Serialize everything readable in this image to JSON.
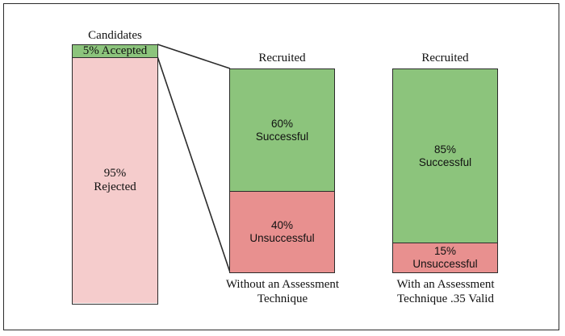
{
  "figure": {
    "background_color": "#ffffff",
    "border_color": "#2b2b2b",
    "colors": {
      "green": "#8cc47c",
      "salmon": "#e8908f",
      "light_pink": "#f5cccc",
      "outline": "#2b2b2b",
      "text": "#111111"
    }
  },
  "chart_data": {
    "type": "bar",
    "title": "",
    "xlabel": "",
    "ylabel": "",
    "ylim": [
      0,
      100
    ],
    "grid": false,
    "legend": "none",
    "columns": [
      {
        "name": "candidates",
        "title": "Candidates",
        "caption": [],
        "categories": [
          "Accepted",
          "Rejected"
        ],
        "values": [
          5,
          95
        ],
        "segments": [
          {
            "percent": "5%",
            "status": "Accepted",
            "value": 5,
            "color": "#8cc47c",
            "font": "serif"
          },
          {
            "percent": "95%",
            "status": "Rejected",
            "value": 95,
            "color": "#f5cccc",
            "font": "serif"
          }
        ]
      },
      {
        "name": "without-assessment",
        "title": "Recruited",
        "caption": [
          "Without an Assessment",
          "Technique"
        ],
        "categories": [
          "Successful",
          "Unsuccessful"
        ],
        "values": [
          60,
          40
        ],
        "segments": [
          {
            "percent": "60%",
            "status": "Successful",
            "value": 60,
            "color": "#8cc47c",
            "font": "sans"
          },
          {
            "percent": "40%",
            "status": "Unsuccessful",
            "value": 40,
            "color": "#e8908f",
            "font": "sans"
          }
        ]
      },
      {
        "name": "with-assessment",
        "title": "Recruited",
        "caption": [
          "With an Assessment",
          "Technique .35 Valid"
        ],
        "categories": [
          "Successful",
          "Unsuccessful"
        ],
        "values": [
          85,
          15
        ],
        "segments": [
          {
            "percent": "85%",
            "status": "Successful",
            "value": 85,
            "color": "#8cc47c",
            "font": "sans"
          },
          {
            "percent": "15%",
            "status": "Unsuccessful",
            "value": 15,
            "color": "#e8908f",
            "font": "sans"
          }
        ]
      }
    ],
    "annotations": [
      {
        "name": "accepted-to-recruited-upper",
        "from": "candidates.accepted.top-right",
        "to": "without-assessment.top-left"
      },
      {
        "name": "accepted-to-recruited-lower",
        "from": "candidates.accepted.bottom-right",
        "to": "without-assessment.bottom-left"
      }
    ]
  }
}
